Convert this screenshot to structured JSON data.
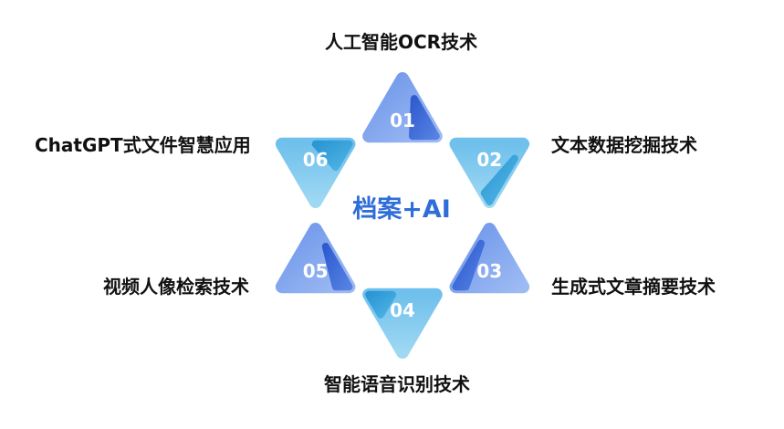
{
  "center": {
    "title": "档案+AI",
    "color": "#2F6DD8"
  },
  "colors": {
    "blue_dark": "#2E5FD6",
    "blue_mid": "#7FA3EC",
    "cyan_dark": "#2AA0D8",
    "cyan_light": "#84CBEE"
  },
  "items": [
    {
      "number": "01",
      "label": "人工智能OCR技术"
    },
    {
      "number": "02",
      "label": "文本数据挖掘技术"
    },
    {
      "number": "03",
      "label": "生成式文章摘要技术"
    },
    {
      "number": "04",
      "label": "智能语音识别技术"
    },
    {
      "number": "05",
      "label": "视频人像检索技术"
    },
    {
      "number": "06",
      "label": "ChatGPT式文件智慧应用"
    }
  ]
}
